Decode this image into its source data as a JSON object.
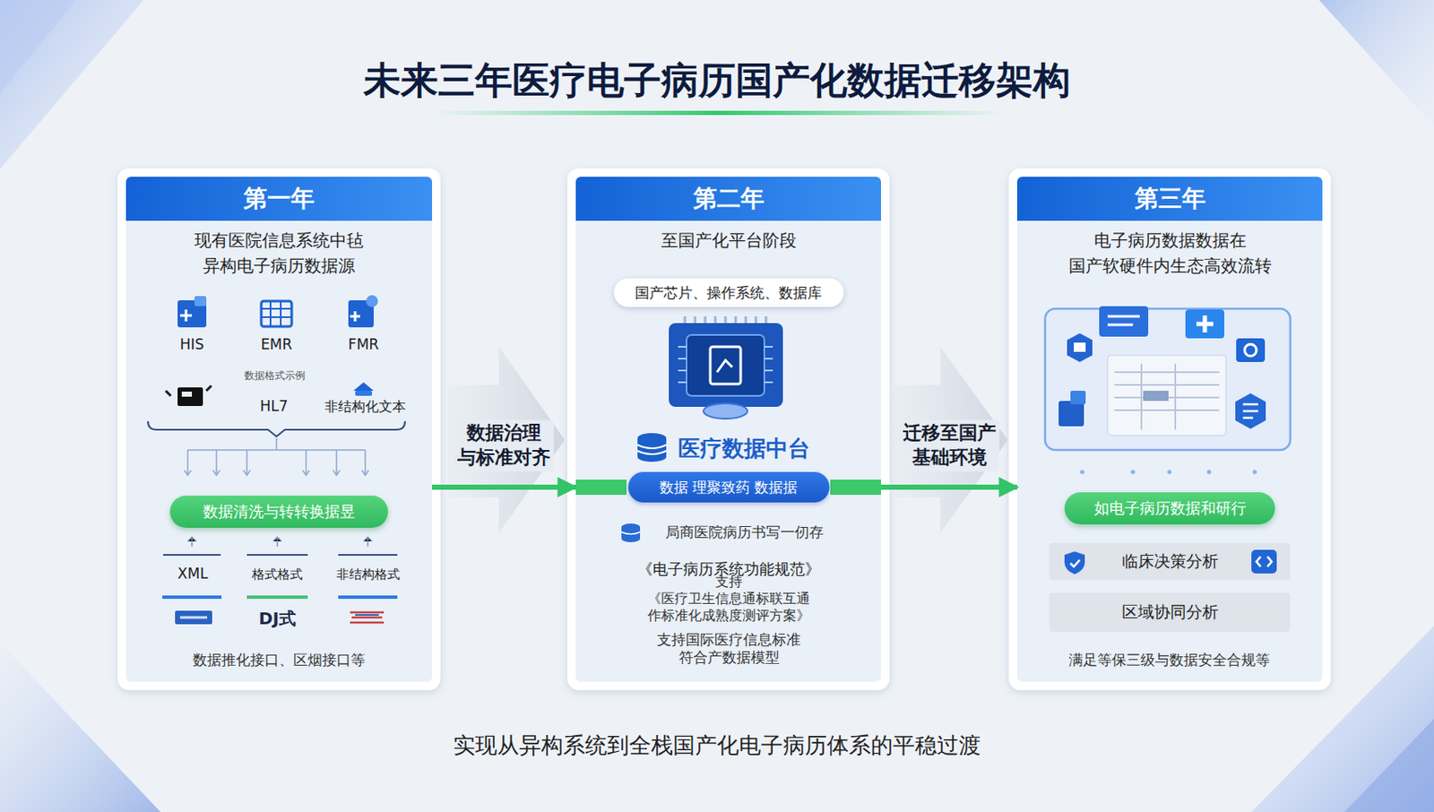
{
  "diagram": {
    "title": "未来三年医疗电子病历国产化数据迁移架构",
    "caption": "实现从异构系统到全栈国产化电子病历体系的平稳过渡",
    "nodes": [
      {
        "text": [
          "第一年",
          "现有医院信息系统中毡 异构电子病历数据源"
        ]
      },
      {
        "text": [
          "数据清洗与转转换据昱"
        ],
        "in": 0
      },
      {
        "text": [
          "第二年",
          "至国产化平台阶段"
        ]
      },
      {
        "text": [
          "国产芯片、操作系统、数据库"
        ],
        "in": 2
      },
      {
        "text": [
          "数据 理聚致药 数据据"
        ],
        "in": 2
      },
      {
        "text": [
          "第三年",
          "电子病历数据数据在 国产软硬件内生态高效流转"
        ]
      },
      {
        "text": [
          "如电子病历数据和研行"
        ],
        "in": 5
      },
      {
        "text": [
          "临床决策分析"
        ],
        "in": 5
      },
      {
        "text": [
          "区域协同分析"
        ],
        "in": 5
      }
    ],
    "edges": [
      {
        "from": 0,
        "to": 2,
        "label": "数据治理 与标准对齐",
        "arrow": "to"
      },
      {
        "from": 2,
        "to": 5,
        "label": "迁移至国产 基础环境",
        "arrow": "to"
      }
    ],
    "labels": [
      "HIS",
      "EMR",
      "FMR",
      "数据格式示例",
      "HL7",
      "非结构化文本",
      "XML",
      "格式格式",
      "非结构格式",
      "DJ式",
      "数据推化接口、区烟接口等",
      "医疗数据中台",
      "局商医院病历书写一仞存",
      "《电子病历系统功能规范》",
      "支持《医疗卫生信息通标联互通 作标准化成熟度测评方案》",
      "支持国际医疗信息标准 符合产数据模型",
      "满足等保三级与数据安全合规等"
    ]
  }
}
